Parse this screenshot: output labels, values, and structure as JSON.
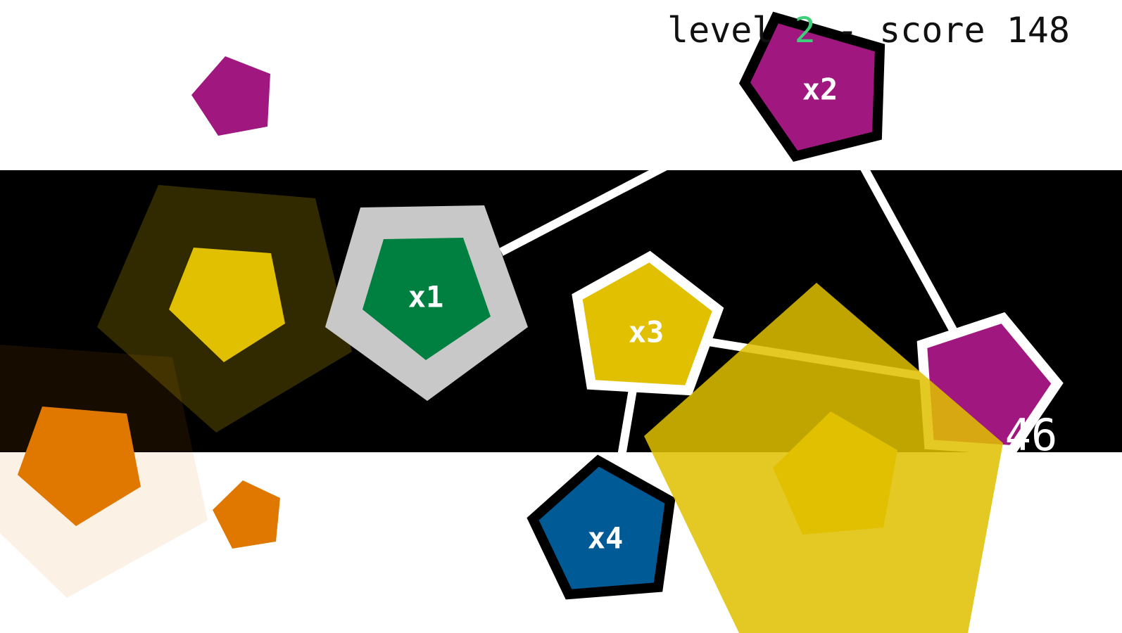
{
  "hud": {
    "level_label": "level",
    "level": "2",
    "separator": "-",
    "score_label": "score",
    "score": "148"
  },
  "timer": "46",
  "nodes": [
    {
      "label": "x1",
      "color": "#008040"
    },
    {
      "label": "x2",
      "color": "#a0187f"
    },
    {
      "label": "x3",
      "color": "#e0c000"
    },
    {
      "label": "x4",
      "color": "#005a96"
    }
  ],
  "colors": {
    "band": "#000000",
    "magenta": "#a0187f",
    "yellow": "#e0c000",
    "orange": "#e07800",
    "green": "#008040",
    "blue": "#005a96",
    "gray": "#c8c8c8"
  }
}
